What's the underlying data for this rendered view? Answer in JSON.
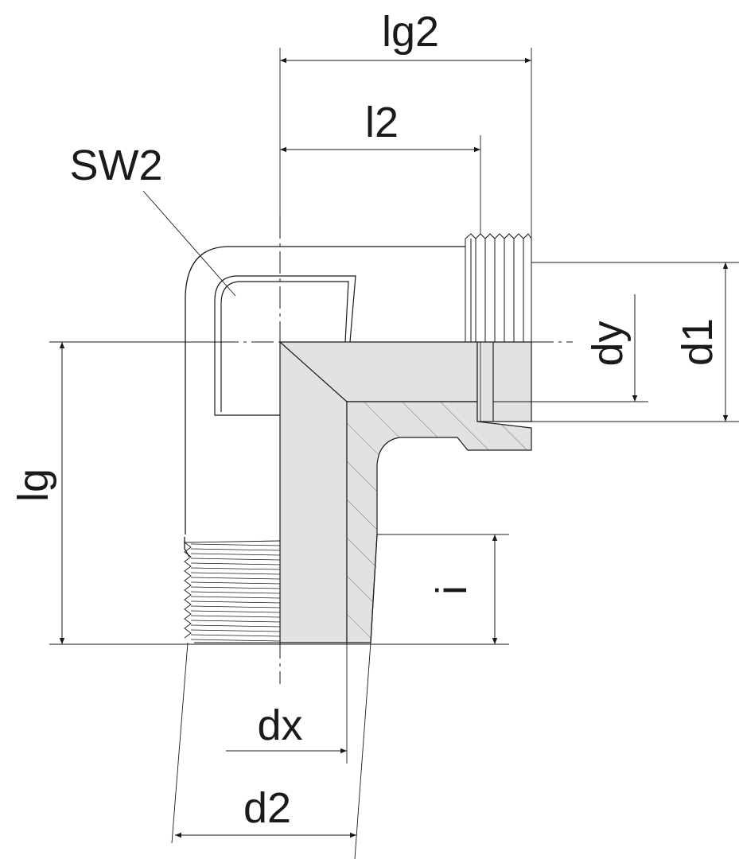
{
  "drawing": {
    "type": "technical drawing",
    "colors": {
      "line": "#1a1a1a",
      "section_fill": "#e2e2e2",
      "background": "#ffffff"
    },
    "labels": {
      "lg2": "lg2",
      "l2": "l2",
      "sw2": "SW2",
      "dy": "dy",
      "d1": "d1",
      "lg": "lg",
      "i": "i",
      "dx": "dx",
      "d2": "d2"
    }
  }
}
